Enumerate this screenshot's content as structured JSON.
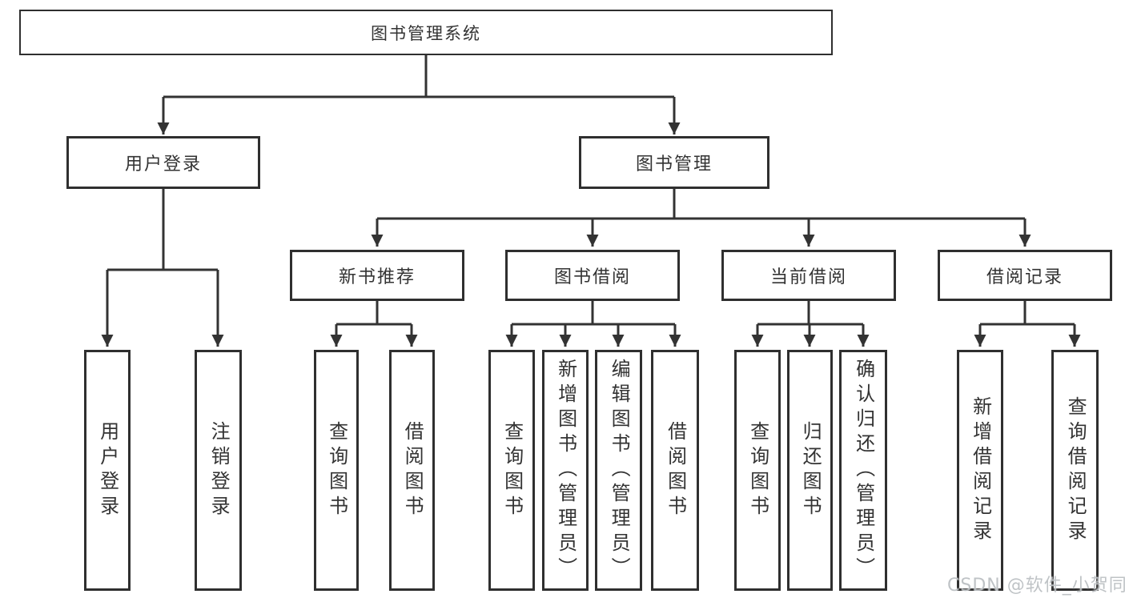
{
  "tree": {
    "label": "图书管理系统",
    "children": [
      {
        "label": "用户登录",
        "children": [
          {
            "label": "用户登录"
          },
          {
            "label": "注销登录"
          }
        ]
      },
      {
        "label": "图书管理",
        "children": [
          {
            "label": "新书推荐",
            "children": [
              {
                "label": "查询图书"
              },
              {
                "label": "借阅图书"
              }
            ]
          },
          {
            "label": "图书借阅",
            "children": [
              {
                "label": "查询图书"
              },
              {
                "label": "新增图书（管理员）"
              },
              {
                "label": "编辑图书（管理员）"
              },
              {
                "label": "借阅图书"
              }
            ]
          },
          {
            "label": "当前借阅",
            "children": [
              {
                "label": "查询图书"
              },
              {
                "label": "归还图书"
              },
              {
                "label": "确认归还（管理员）"
              }
            ]
          },
          {
            "label": "借阅记录",
            "children": [
              {
                "label": "新增借阅记录"
              },
              {
                "label": "查询借阅记录"
              }
            ]
          }
        ]
      }
    ]
  },
  "watermark": {
    "text": "CSDN @软件_小贺同学"
  },
  "colors": {
    "line": "#333333",
    "box_border": "#2f2f2f",
    "text": "#333333",
    "watermark": "#babec1",
    "background": "#ffffff"
  }
}
